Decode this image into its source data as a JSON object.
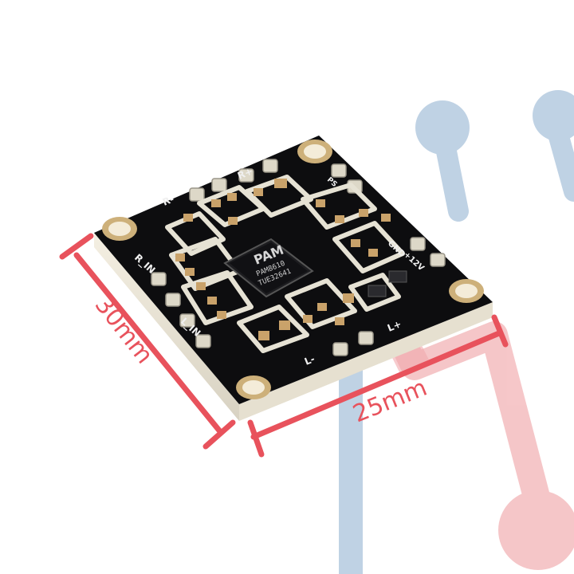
{
  "board": {
    "chip": {
      "brand": "PAM",
      "model": "PAM8610",
      "code": "TUE32641"
    },
    "silkscreen": {
      "r_minus": "R-",
      "r_plus": "R+",
      "r_in": "R_IN",
      "l_in": "L_IN",
      "l_minus": "L-",
      "l_plus": "L+",
      "gnd": "GND",
      "vcc": "+12V",
      "ps": "PS"
    }
  },
  "dimensions": {
    "height_label": "30mm",
    "width_label": "25mm"
  },
  "colors": {
    "pcb": "#0d0d0f",
    "pad": "#e8e4d6",
    "cap": "#c9a26a",
    "measure": "#e8525c",
    "watermark_blue": "#a9bfd6",
    "watermark_red": "#f2b3b6"
  }
}
